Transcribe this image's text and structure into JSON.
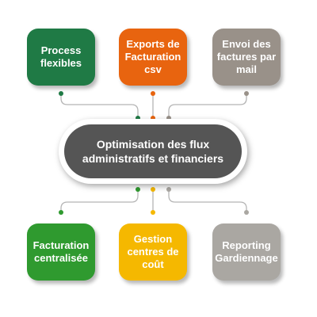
{
  "center": {
    "title": "Optimisation des flux administratifs et financiers",
    "color": "#555555"
  },
  "boxes": [
    {
      "label": "Process flexibles",
      "color": "#1f7a45"
    },
    {
      "label": "Exports de Facturation csv",
      "color": "#e8640f"
    },
    {
      "label": "Envoi des factures par mail",
      "color": "#999189"
    },
    {
      "label": "Facturation centralisée",
      "color": "#2f9a2f"
    },
    {
      "label": "Gestion centres de coût",
      "color": "#f5b800"
    },
    {
      "label": "Reporting Gardiennage",
      "color": "#aaa7a2"
    }
  ]
}
